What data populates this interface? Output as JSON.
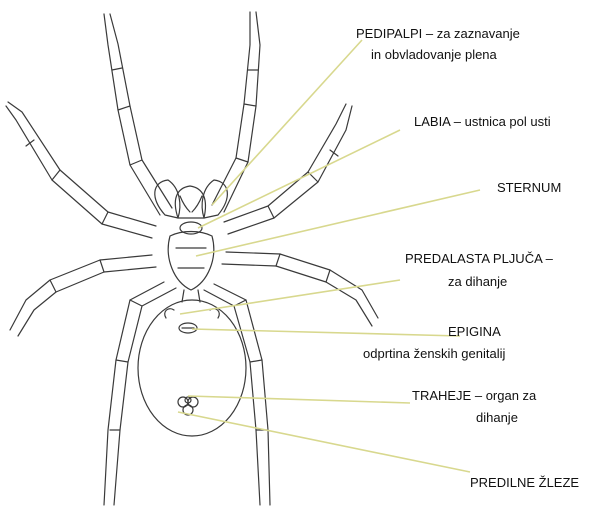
{
  "colors": {
    "leader_line": "#d8d88e",
    "outline": "#3a3a3a",
    "text": "#111111"
  },
  "labels": {
    "pedipalpi": {
      "name": "PEDIPALPI",
      "desc": "– za zaznavanje",
      "desc2": "in obvladovanje plena"
    },
    "labia": {
      "name": "LABIA",
      "desc": "– ustnica pol usti"
    },
    "sternum": {
      "name": "STERNUM"
    },
    "pluca": {
      "name": "PREDALASTA PLJUČA",
      "desc": "–",
      "desc2": "za dihanje"
    },
    "epigina": {
      "name": "EPIGINA",
      "desc2": "odprtina ženskih genitalij"
    },
    "traheje": {
      "name": "TRAHEJE",
      "desc": "– organ za",
      "desc2": "dihanje"
    },
    "predilne": {
      "name": "PREDILNE ŽLEZE"
    }
  }
}
